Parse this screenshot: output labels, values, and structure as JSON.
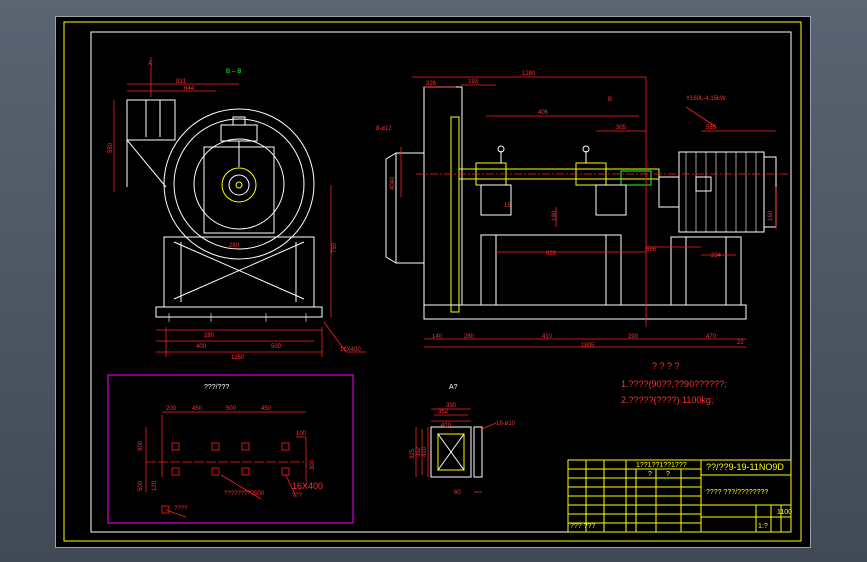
{
  "left_view": {
    "section_label": "B -- B",
    "section_mark": "A",
    "dims": {
      "top_outer": "831",
      "top_inner": "644",
      "height_left": "580",
      "height_right": "750",
      "base_a": "280",
      "base_b": "400",
      "base_c": "500",
      "base_total": "1250",
      "mid": "280"
    }
  },
  "right_view": {
    "motor_label": "Y160L-4,15kW",
    "section_mark": "B",
    "flange_label": "8-ø12",
    "dims": {
      "top_total": "1280",
      "d193": "193",
      "d325": "326",
      "d406": "406",
      "d305": "305",
      "d555": "555",
      "d15": "15",
      "d4040": "4040",
      "d180": "180",
      "d926": "926",
      "d566": "566",
      "d234": "234",
      "d160": "160",
      "b140": "140",
      "b280": "280",
      "b410": "410",
      "b1805": "1805",
      "b290": "290",
      "b470": "470",
      "b22": "22"
    },
    "bolt_callout": "16X400"
  },
  "notes": {
    "title": "? ? ? ?",
    "line1": "1.????(90??,??90??????;",
    "line2": "2.?????(????) 1100kg;"
  },
  "foundation": {
    "title": "???/???",
    "dims": {
      "t200": "200",
      "t450": "450",
      "t500": "500",
      "t450b": "450",
      "r100": "100",
      "r300": "300",
      "l900": "900",
      "l500": "500",
      "l120": "120"
    },
    "callout_bolt": "16X400",
    "callout_hole": "?????????500",
    "callout_extra": "???",
    "callout_bottom": "????"
  },
  "detail": {
    "label": "A?",
    "flange": "18-ø10",
    "dims": {
      "top": "330",
      "top2": "352",
      "top3": "410",
      "side1": "325",
      "side2": "352",
      "side3": "410",
      "bottom": "60"
    }
  },
  "title_block": {
    "head": "1??1??1??1???",
    "model": "??/??9-19-11NO9D",
    "cell_r1": "?",
    "cell_r2": "?",
    "mid_text": "???? ???/????????",
    "bottom_left": "??? ???",
    "bottom_code": "1100",
    "bottom_b": "1:?"
  }
}
